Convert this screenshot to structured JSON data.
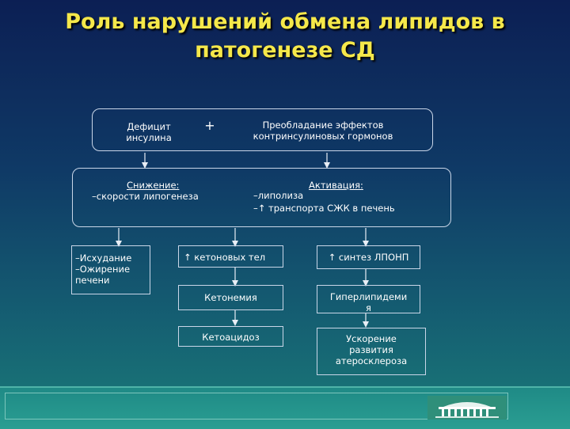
{
  "title": {
    "line1": "Роль нарушений обмена липидов в",
    "line2": "патогенезе СД"
  },
  "top": {
    "deficit": "Дефицит\nинсулина",
    "plus": "+",
    "dominance": "Преобладание эффектов\nконтринсулиновых гормонов"
  },
  "middle": {
    "decrease_heading": "Снижение:",
    "decrease_items": [
      "–скорости липогенеза"
    ],
    "activation_heading": "Активация:",
    "activation_items": [
      "–липолиза",
      "–↑ транспорта СЖК в печень"
    ]
  },
  "left_box": "–Исхудание\n–Ожирение\nпечени",
  "center_column": [
    "↑ кетоновых тел",
    "Кетонемия",
    "Кетоацидоз"
  ],
  "right_column": [
    "↑ синтез ЛПОНП",
    "Гиперлипидеми\nя",
    "Ускорение\nразвития\nатеросклероза"
  ],
  "colors": {
    "title": "#f5e84a",
    "text": "#ffffff",
    "border": "#c9d6e8",
    "background_top": "#0c1f54",
    "background_bottom": "#1a7a78"
  }
}
